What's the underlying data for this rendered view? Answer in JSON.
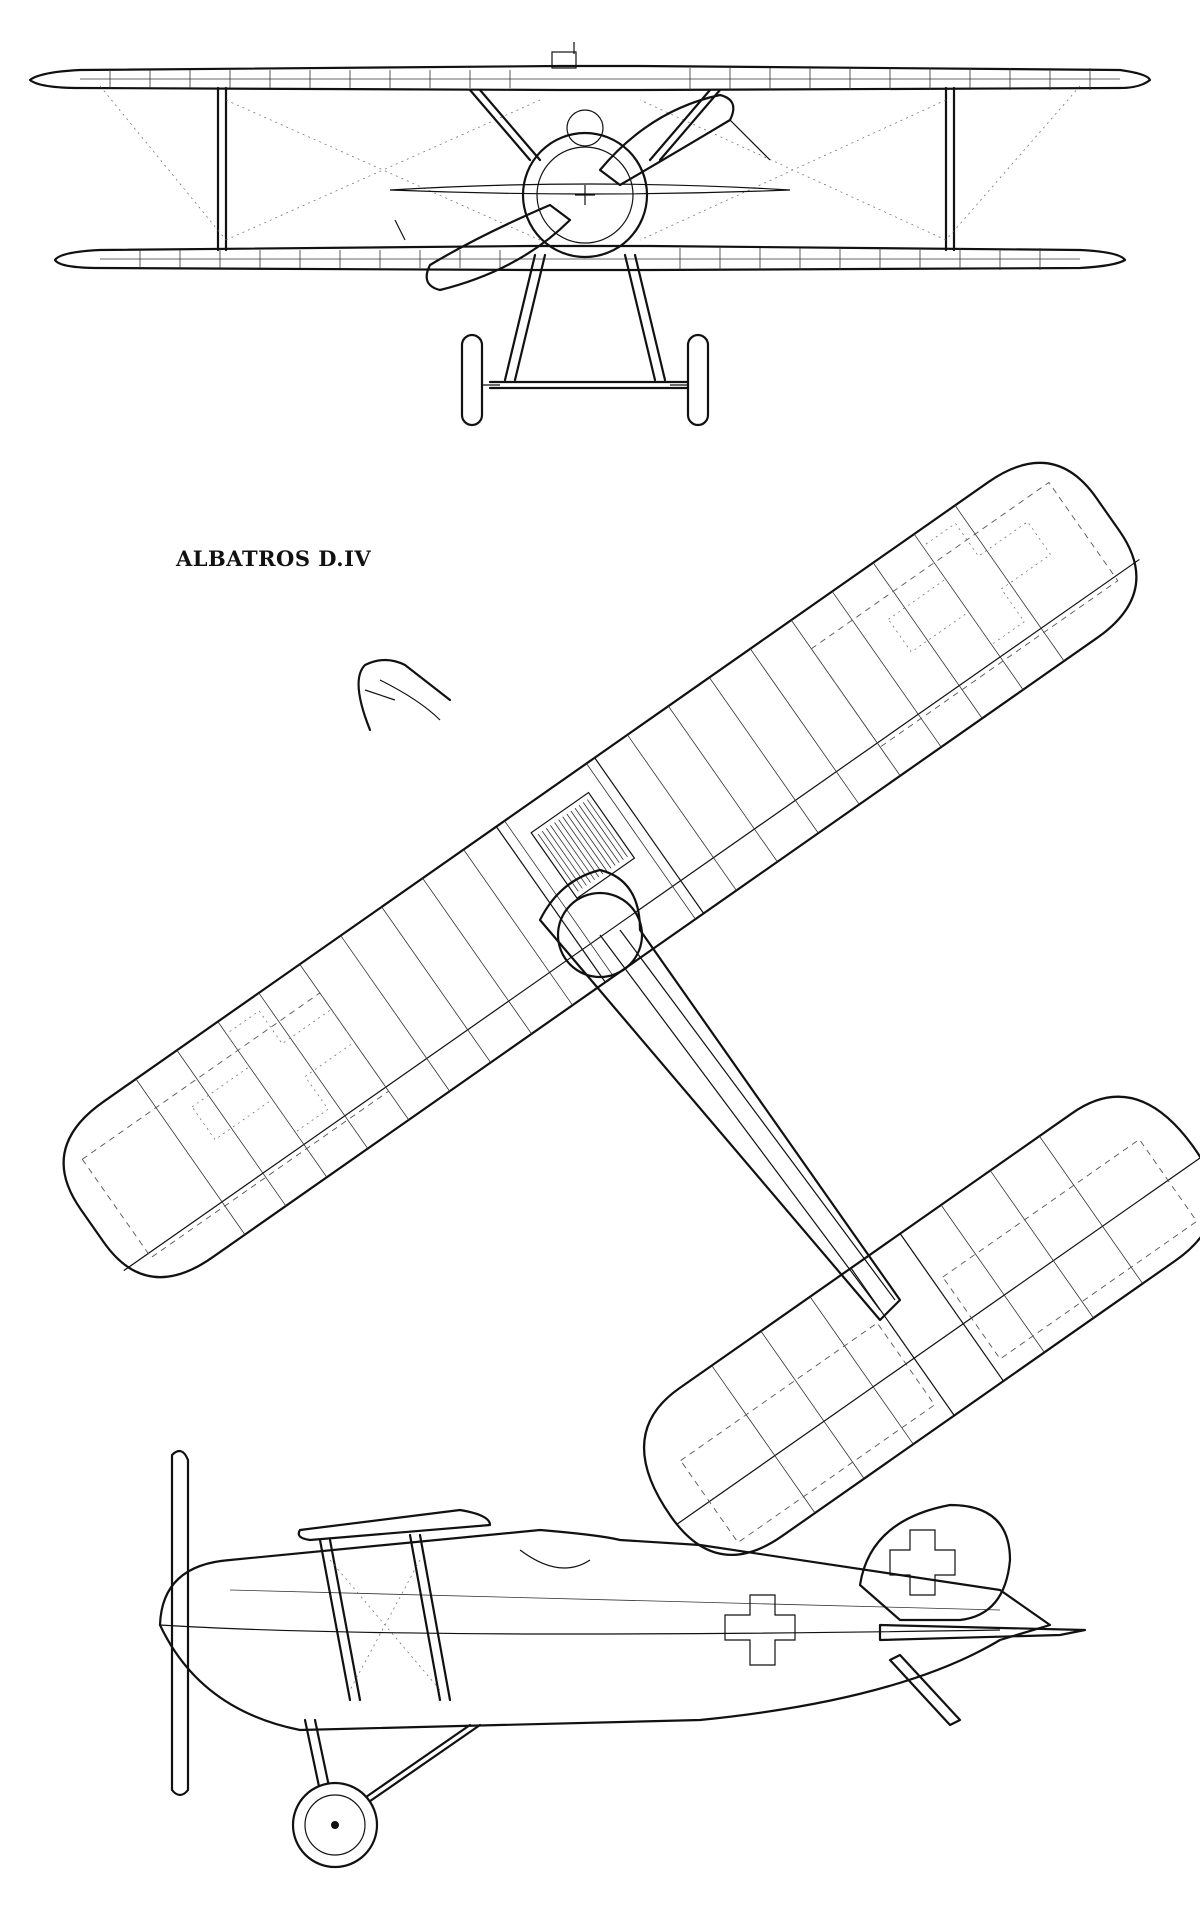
{
  "drawing": {
    "title": "ALBATROS D.IV",
    "views": [
      "front-view",
      "plan-view",
      "side-view"
    ],
    "ink_color": "#111111",
    "background_color": "#ffffff"
  }
}
